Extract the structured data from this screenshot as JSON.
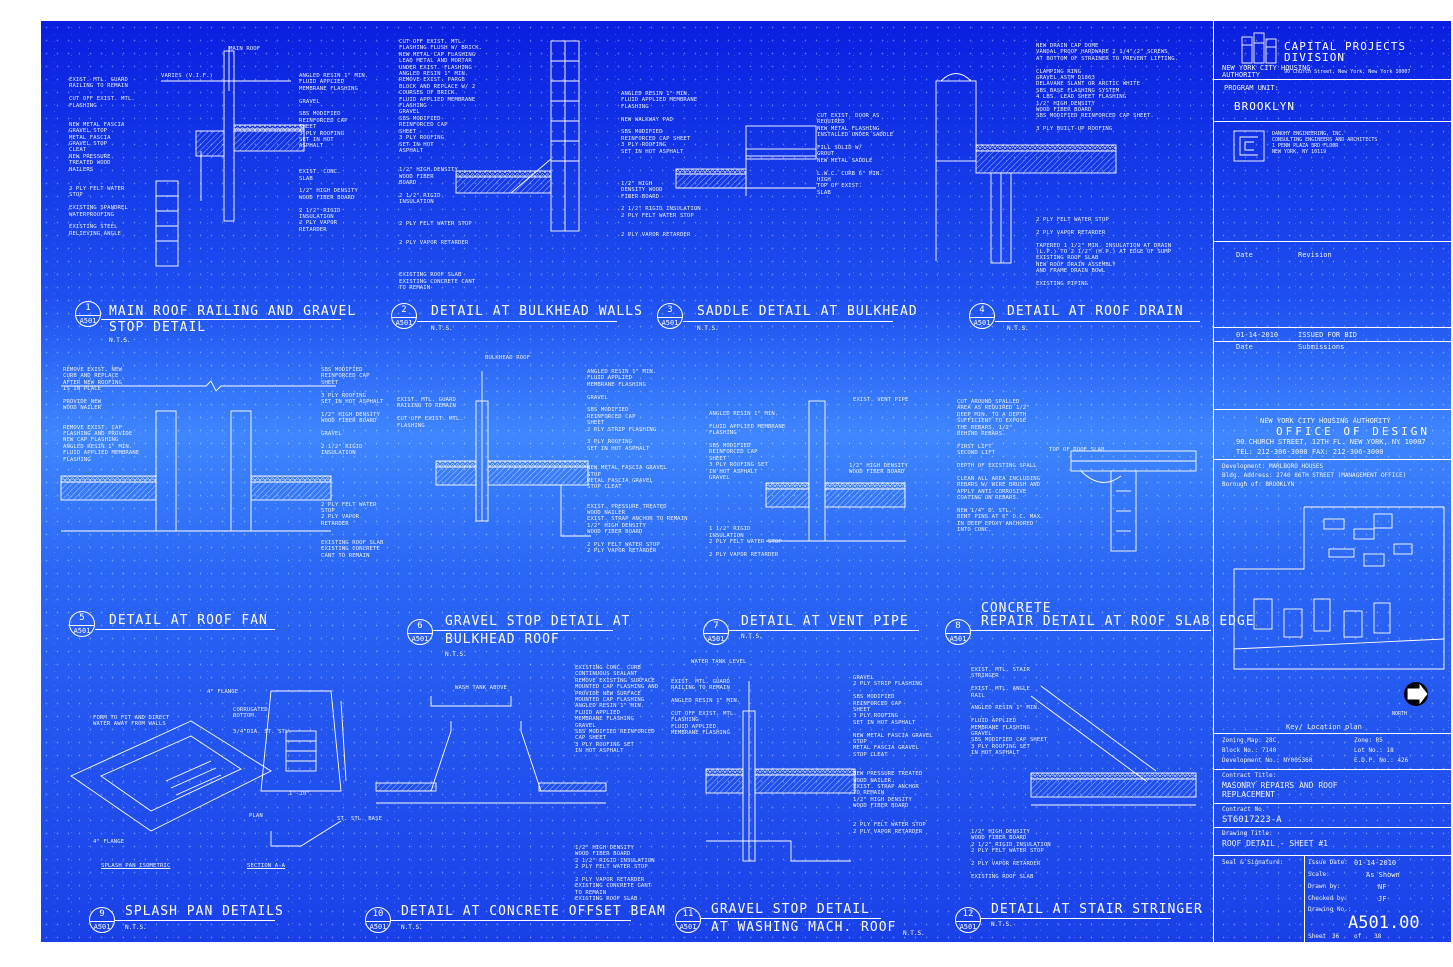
{
  "details": [
    {
      "num": "1",
      "ref": "A501",
      "title": "MAIN ROOF RAILING AND GRAVEL",
      "title2": "STOP DETAIL",
      "nts": "N.T.S."
    },
    {
      "num": "2",
      "ref": "A501",
      "title": "DETAIL AT BULKHEAD WALLS",
      "nts": "N.T.S."
    },
    {
      "num": "3",
      "ref": "A501",
      "title": "SADDLE DETAIL AT BULKHEAD",
      "nts": "N.T.S."
    },
    {
      "num": "4",
      "ref": "A501",
      "title": "DETAIL AT ROOF DRAIN",
      "nts": "N.T.S."
    },
    {
      "num": "5",
      "ref": "A501",
      "title": "DETAIL AT ROOF FAN",
      "nts": ""
    },
    {
      "num": "6",
      "ref": "A501",
      "title": "GRAVEL STOP DETAIL AT",
      "title2": "BULKHEAD ROOF",
      "nts": "N.T.S."
    },
    {
      "num": "7",
      "ref": "A501",
      "title": "DETAIL AT VENT PIPE",
      "nts": "N.T.S."
    },
    {
      "num": "8",
      "ref": "A501",
      "title": "CONCRETE",
      "title2": "REPAIR DETAIL AT ROOF SLAB EDGE",
      "nts": ""
    },
    {
      "num": "9",
      "ref": "A501",
      "title": "SPLASH PAN DETAILS",
      "nts": "N.T.S."
    },
    {
      "num": "10",
      "ref": "A501",
      "title": "DETAIL AT CONCRETE OFFSET BEAM",
      "nts": "N.T.S."
    },
    {
      "num": "11",
      "ref": "A501",
      "title": "GRAVEL STOP DETAIL",
      "title2": "AT WASHING MACH. ROOF",
      "nts": "N.T.S."
    },
    {
      "num": "12",
      "ref": "A501",
      "title": "DETAIL AT STAIR STRINGER",
      "nts": "N.T.S."
    }
  ],
  "notes": {
    "d1_top": "MAIN ROOF",
    "d1_varies": "VARIES (V.I.F.)",
    "d1_left": "EXIST. MTL. GUARD\nRAILING TO REMAIN\n\nCUT OFF EXIST. MTL.\nFLASHING\n\n\nNEW METAL FASCIA\nGRAVEL STOP\nMETAL FASCIA\nGRAVEL STOP\nCLEAT\nNEW PRESSURE\nTREATED WOOD\nNAILERS\n\n\n2 PLY FELT WATER\nSTOP\n\nEXISTING SPANDREL\nWATERPROOFING\n\nEXISTING STEEL\nRELIEVING ANGLE",
    "d1_right": "ANGLED RESIN 1\" MIN.\nFLUID APPLIED\nMEMBRANE FLASHING\n\nGRAVEL\n\nSBS MODIFIED\nREINFORCED CAP\nSHEET\n3 PLY ROOFING\nSET IN HOT\nASPHALT\n\n\n\nEXIST. CONC.\nSLAB\n\n1/2\" HIGH DENSITY\nWOOD FIBER BOARD\n\n2 1/2\" RIGID\nINSULATION\n2 PLY VAPOR\nRETARDER",
    "d2_top": "CUT OFF EXIST. MTL.\nFLASHING FLUSH W/ BRICK.\nNEW METAL CAP FLASHING\nLEAD METAL AND MORTAR\nUNDER EXIST. FLASHING\nANGLED RESIN 1\" MIN.\nREMOVE EXIST. PARGE\nBLOCK AND REPLACE W/ 2\nCOURSES OF BRICK.\nFLUID APPLIED MEMBRANE\nFLASHING\nGRAVEL\nSBS MODIFIED\nREINFORCED CAP\nSHEET\n3 PLY ROOFING\nSET IN HOT\nASPHALT\n\n\n1/2\" HIGH DENSITY\nWOOD FIBER\nBOARD\n\n2 1/2\" RIGID\nINSULATION",
    "d2_bottom": "2 PLY FELT WATER STOP\n\n\n2 PLY VAPOR RETARDER\n\n\n\n\nEXISTING ROOF SLAB\nEXISTING CONCRETE CANT\nTO REMAIN",
    "d3_left": "ANGLED RESIN 1\" MIN.\nFLUID APPLIED MEMBRANE\nFLASHING\n\nNEW WALKWAY PAD\n\nSBS MODIFIED\nREINFORCED CAP SHEET\n3 PLY ROOFING\nSET IN HOT ASPHALT\n\n\n\n\n1/2\" HIGH\nDENSITY WOOD\nFIBER BOARD\n\n2 1/2\" RIGID INSULATION\n2 PLY FELT WATER STOP\n\n\n2 PLY VAPOR RETARDER",
    "d3_right": "CUT EXIST. DOOR AS\nREQUIRED\nNEW METAL FLASHING\nINSTALLED UNDER SADDLE\n\nFILL SOLID W/\nGROUT\nNEW METAL SADDLE\n\nL.W.C. CURB 6\" MIN.\nHIGH\nTOP OF EXIST.\nSLAB",
    "d4_right": "NEW DRAIN CAP DOME\nVANDAL PROOF HARDWARE 2 1/4\"/2\" SCREWS\nAT BOTTOM OF STRAINER TO PREVENT LIFTING.\n\nCLAMPING RING\nGRAVEL        ASTM D1863\nDELAVANE SLANT OR ARCTIC WHITE\nSBS BASE FLASHING SYSTEM\n4 LBS. LEAD SHEET FLASHING\n1/2\" HIGH DENSITY\nWOOD FIBER BOARD\nSBS MODIFIED REINFORCED CAP SHEET.\n\n3 PLY BUILT-UP ROOFING",
    "d4_bottom": "2 PLY FELT WATER STOP\n\n2 PLY VAPOR RETARDER\n\nTAPERED 1 1/2\" MIN. INSULATION AT DRAIN\n(L.P.) TO 2 1/2\" (H.P.) AT EDGE OF SUMP\nEXISTING ROOF SLAB\nNEW ROOF DRAIN ASSEMBLY\nAND FRAME DRAIN BOWL\n\nEXISTING PIPING",
    "d5_left": "REMOVE EXIST. NEW\nCURB AND REPLACE\nAFTER NEW ROOFING\nIS IN PLACE\n\nPROVIDE NEW\nWOOD NAILER\n\n\nREMOVE EXIST. CAP\nFLASHING AND PROVIDE\nNEW CAP FLASHING\nANGLED RESIN 1\" MIN.\nFLUID APPLIED MEMBRANE\nFLASHING",
    "d5_right": "SBS MODIFIED\nREINFORCED CAP\nSHEET\n\n3 PLY ROOFING\nSET IN HOT ASPHALT\n\n1/2\" HIGH DENSITY\nWOOD FIBER BOARD\n\nGRAVEL\n\n2 1/2\" RIGID\nINSULATION\n\n\n\n\n\n\n\n2 PLY FELT WATER\nSTOP\n2 PLY VAPOR\nRETARDER\n\n\nEXISTING ROOF SLAB\nEXISTING CONCRETE\nCANT TO REMAIN",
    "d6_top": "BULKHEAD ROOF",
    "d6_left": "EXIST. MTL. GUARD\nRAILING TO REMAIN\n\nCUT OFF EXIST. MTL.\nFLASHING",
    "d6_right": "ANGLED RESIN 1\" MIN.\nFLUID APPLIED\nMEMBRANE FLASHING\n\nGRAVEL\n\nSBS MODIFIED\nREINFORCED CAP\nSHEET\n2 PLY STRIP FLASHING\n\n3 PLY ROOFING\nSET IN HOT ASPHALT\n\n\nNEW METAL FASCIA GRAVEL\nSTOP\nMETAL FASCIA GRAVEL\nSTOP CLEAT\n\n\nEXIST. PRESSURE TREATED\nWOOD NAILER\nEXIST. STRAP ANCHOR TO REMAIN\n1/2\" HIGH DENSITY\nWOOD FIBER BOARD\n\n2 PLY FELT WATER STOP\n2 PLY VAPOR RETARDER",
    "d7_top": "EXIST. VENT PIPE",
    "d7_left": "ANGLED RESIN 1\" MIN.\n\nFLUID APPLIED MEMBRANE\nFLASHING\n\nSBS MODIFIED\nREINFORCED CAP\nSHEET\n3 PLY ROOFING SET\nIN HOT ASPHALT\nGRAVEL\n\n\n\n\n\n\n\n1 1/2\" RIGID\nINSULATION\n2 PLY FELT WATER STOP\n\n2 PLY VAPOR RETARDER",
    "d7_right": "1/2\" HIGH DENSITY\nWOOD FIBER BOARD",
    "d8_left": "CUT AROUND SPALLED\nAREA AS REQUIRED 1/2\"\nDEEP MIN. TO A DEPTH\nSUFFICIENT TO EXPOSE\nTHE REBARS. 1/2\"\nBEHIND REBARS.\n\nFIRST LIFT\nSECOND LIFT\n\nDEPTH OF EXISTING SPALL\n\nCLEAN ALL AREA INCLUDING\nREBARS W/ WIRE BRUSH AND\nAPPLY ANTI-CORROSIVE\nCOATING ON REBARS.\n\nNEW 1/4\" D. STL.\nBENT PINS AT 6\" O.C. MAX.\nIN DEEP EPOXY ANCHORED\nINTO CONC.",
    "d8_top": "TOP OF ROOF SLAB",
    "d9_left": "FORM TO FIT AND DIRECT\nWATER AWAY FROM WALLS",
    "d9_flange": "4\" FLANGE",
    "d9_flange2": "4\" FLANGE",
    "d9_corr": "CORRUGATED\nBOTTOM",
    "d9_dia": "3/4\"DIA. ST. STL.",
    "d9_base": "ST. STL. BASE",
    "d9_isoc": "SPLASH PAN ISOMETRIC",
    "d9_sect": "SECTION A-A",
    "d9_plan": "PLAN",
    "d9_dim": "1'-10\"",
    "d10_left": "WASH TANK ABOVE",
    "d10_right": "EXISTING CONC. CURB\nCONTINUOUS SEALANT\nREMOVE EXISTING SURFACE\nMOUNTED CAP FLASHING AND\nPROVIDE NEW SURFACE\nMOUNTED CAP FLASHING\nANGLED RESIN 1\" MIN.\nFLUID APPLIED\nMEMBRANE FLASHING\nGRAVEL\nSBS MODIFIED REINFORCED\nCAP SHEET\n3 PLY ROOFING SET\nIN HOT ASPHALT",
    "d10_bottom": "1/2\" HIGH DENSITY\nWOOD FIBER BOARD\n2 1/2\" RIGID INSULATION\n2 PLY FELT WATER STOP\n\n2 PLY VAPOR RETARDER\nEXISTING CONCRETE CANT\nTO REMAIN\nEXISTING ROOF SLAB",
    "d11_top": "WATER TANK LEVEL",
    "d11_left": "EXIST. MTL. GUARD\nRAILING TO REMAIN\n\nANGLED RESIN 1\" MIN.\n\nCUT OFF EXIST. MTL.\nFLASHING\nFLUID APPLIED\nMEMBRANE FLASHING",
    "d11_right": "GRAVEL\n2 PLY STRIP FLASHING\n\nSBS MODIFIED\nREINFORCED CAP\nSHEET\n3 PLY ROOFING\nSET IN HOT ASPHALT\n\nNEW METAL FASCIA GRAVEL\nSTOP\nMETAL FASCIA GRAVEL\nSTOP CLEAT\n\n\nNEW PRESSURE TREATED\nWOOD NAILER\nEXIST. STRAP ANCHOR\nTO REMAIN\n1/2\" HIGH DENSITY\nWOOD FIBER BOARD\n\n\n2 PLY FELT WATER STOP\n2 PLY VAPOR RETARDER",
    "d12_left": "EXIST. MTL. STAIR\nSTRINGER\n\nEXIST. MTL. ANGLE\nRAIL\n\nANGLED RESIN 1\" MIN.\n\nFLUID APPLIED\nMEMBRANE FLASHING\nGRAVEL\nSBS MODIFIED CAP SHEET\n3 PLY ROOFING SET\nIN HOT ASPHALT",
    "d12_bottom": "1/2\" HIGH DENSITY\nWOOD FIBER BOARD\n2 1/2\" RIGID INSULATION\n2 PLY FELT WATER STOP\n\n2 PLY VAPOR RETARDER\n\nEXISTING ROOF SLAB"
  },
  "title_block": {
    "org": "CAPITAL PROJECTS\nDIVISION",
    "authority": "NEW YORK CITY HOUSING\nAUTHORITY",
    "address": "90 Church Street, New York, New York 10007",
    "program_unit_label": "PROGRAM UNIT:",
    "program_unit": "BROOKLYN",
    "engineer": "DANOHY ENGINEERING, INC.\nCONSULTING ENGINEERS AND ARCHITECTS\n1 PENN PLAZA 3RD FLOOR\nNEW YORK, NY 10119",
    "date_label": "Date",
    "revision_label": "Revision",
    "issue_date": "01-14-2010",
    "issue_text": "ISSUED FOR BID",
    "date_label2": "Date",
    "submissions_label": "Submissions",
    "nycha": "NEW YORK CITY HOUSING AUTHORITY",
    "office": "OFFICE OF DESIGN",
    "office_addr": "90 CHURCH STREET, 12TH FL. NEW YORK, NY 10007",
    "office_tel": "TEL: 212-306-3000  FAX: 212-306-3000",
    "development": "Development: MARLBORO HOUSES",
    "bldg_address": "Bldg. Address: 2740 86TH STREET (MANAGEMENT OFFICE)",
    "borough": "Borough of: BROOKLYN",
    "key_plan": "Key/ Location plan",
    "north": "NORTH",
    "zoning_map": "Zoning Map: 28C",
    "zone": "Zone: R5",
    "block": "Block No.: 7140",
    "lot": "Lot No.: 18",
    "development_no": "Development No.: NY005360",
    "edp": "E.D.P. No.: 426",
    "contract_title_label": "Contract Title:",
    "contract_title": "MASONRY REPAIRS AND ROOF\nREPLACEMENT",
    "contract_no_label": "Contract No.",
    "contract_no": "ST6017223-A",
    "drawing_title_label": "Drawing Title:",
    "drawing_title": "ROOF DETAIL - SHEET #1",
    "seal_label": "Seal & Signature:",
    "issue_date_label": "Issue Date:",
    "issue_date_val": "01-14-2010",
    "scale_label": "Scale:",
    "scale_val": "As Shown",
    "drawn_label": "Drawn by:",
    "drawn_val": "NF",
    "checked_label": "Checked by:",
    "checked_val": "JF",
    "drawing_no_label": "Drawing No.:",
    "drawing_no": "A501.00",
    "sheet_label": "Sheet",
    "sheet_num": "36",
    "sheet_of": "of",
    "sheet_total": "38"
  }
}
